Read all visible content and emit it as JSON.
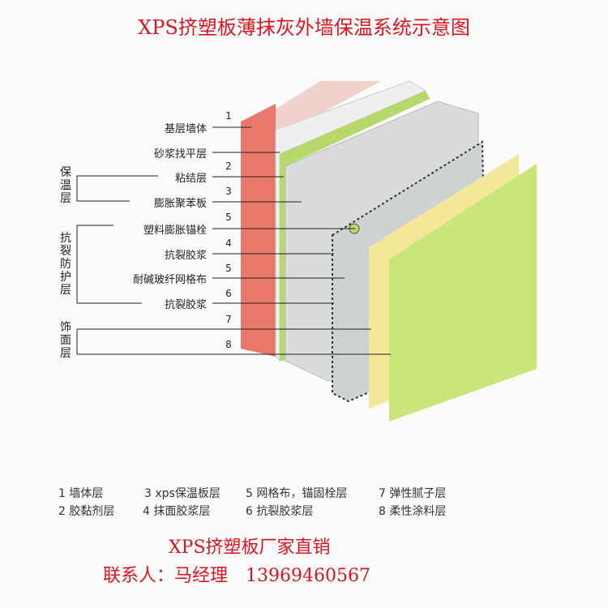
{
  "title": "XPS挤塑板薄抹灰外墙保温系统示意图",
  "labels": [
    {
      "num": "1",
      "text": "基层墙体"
    },
    {
      "num": "",
      "text": "砂浆找平层"
    },
    {
      "num": "2",
      "text": "粘结层"
    },
    {
      "num": "3",
      "text": "膨胀聚苯板"
    },
    {
      "num": "5",
      "text": "塑料膨胀锚栓"
    },
    {
      "num": "4",
      "text": "抗裂胶浆"
    },
    {
      "num": "5",
      "text": "耐碱玻纤网格布"
    },
    {
      "num": "6",
      "text": "抗裂胶浆"
    },
    {
      "num": "7",
      "text": ""
    },
    {
      "num": "8",
      "text": ""
    }
  ],
  "groups": {
    "insulation": "保温层",
    "crack": "抗裂防护层",
    "finish": "饰面层"
  },
  "legend": [
    "1 墙体层",
    "2 胶黏剂层",
    "3 xps保温板层",
    "4 抹面胶浆层",
    "5 网格布，锚固栓层",
    "6 抗裂胶浆层",
    "7 弹性腻子层",
    "8 柔性涂料层"
  ],
  "footer": {
    "line1": "XPS挤塑板厂家直销",
    "line2": "联系人：马经理　13969460567"
  },
  "colors": {
    "title": "#e0141e",
    "wall": "#e8786a",
    "xps": "#d9dbdc",
    "yellow": "#f3e89a",
    "green": "#c9e67a"
  }
}
